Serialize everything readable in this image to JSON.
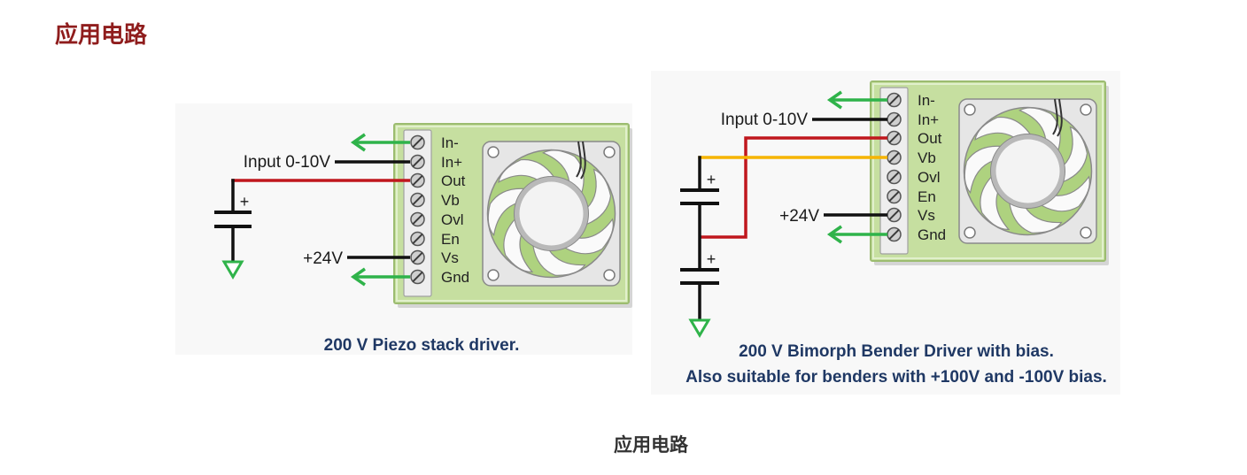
{
  "page": {
    "heading": "应用电路",
    "figure_caption": "应用电路"
  },
  "colors": {
    "heading": "#8f1d1d",
    "caption": "#333333",
    "diagram_caption": "#1f3864",
    "board": "#c6dfa0",
    "wire": "#111111",
    "signal_wire": "#c0171d",
    "bias_wire": "#f6b400",
    "ground_arrow": "#2fb34a"
  },
  "icons": {
    "terminal": "screw-terminal-icon",
    "fan": "cooling-fan-icon",
    "ground": "ground-icon",
    "return_arrow": "arrow-left-icon"
  },
  "diagrams": [
    {
      "terminals": [
        "In-",
        "In+",
        "Out",
        "Vb",
        "Ovl",
        "En",
        "Vs",
        "Gnd"
      ],
      "input_label": "Input 0-10V",
      "supply_label": "+24V",
      "capacitor_polarity": [
        "+"
      ],
      "caption": [
        "200 V Piezo stack driver."
      ]
    },
    {
      "terminals": [
        "In-",
        "In+",
        "Out",
        "Vb",
        "Ovl",
        "En",
        "Vs",
        "Gnd"
      ],
      "input_label": "Input 0-10V",
      "supply_label": "+24V",
      "capacitor_polarity": [
        "+",
        "+"
      ],
      "caption": [
        "200 V Bimorph Bender Driver with bias.",
        "Also suitable for benders with +100V and -100V bias."
      ]
    }
  ]
}
